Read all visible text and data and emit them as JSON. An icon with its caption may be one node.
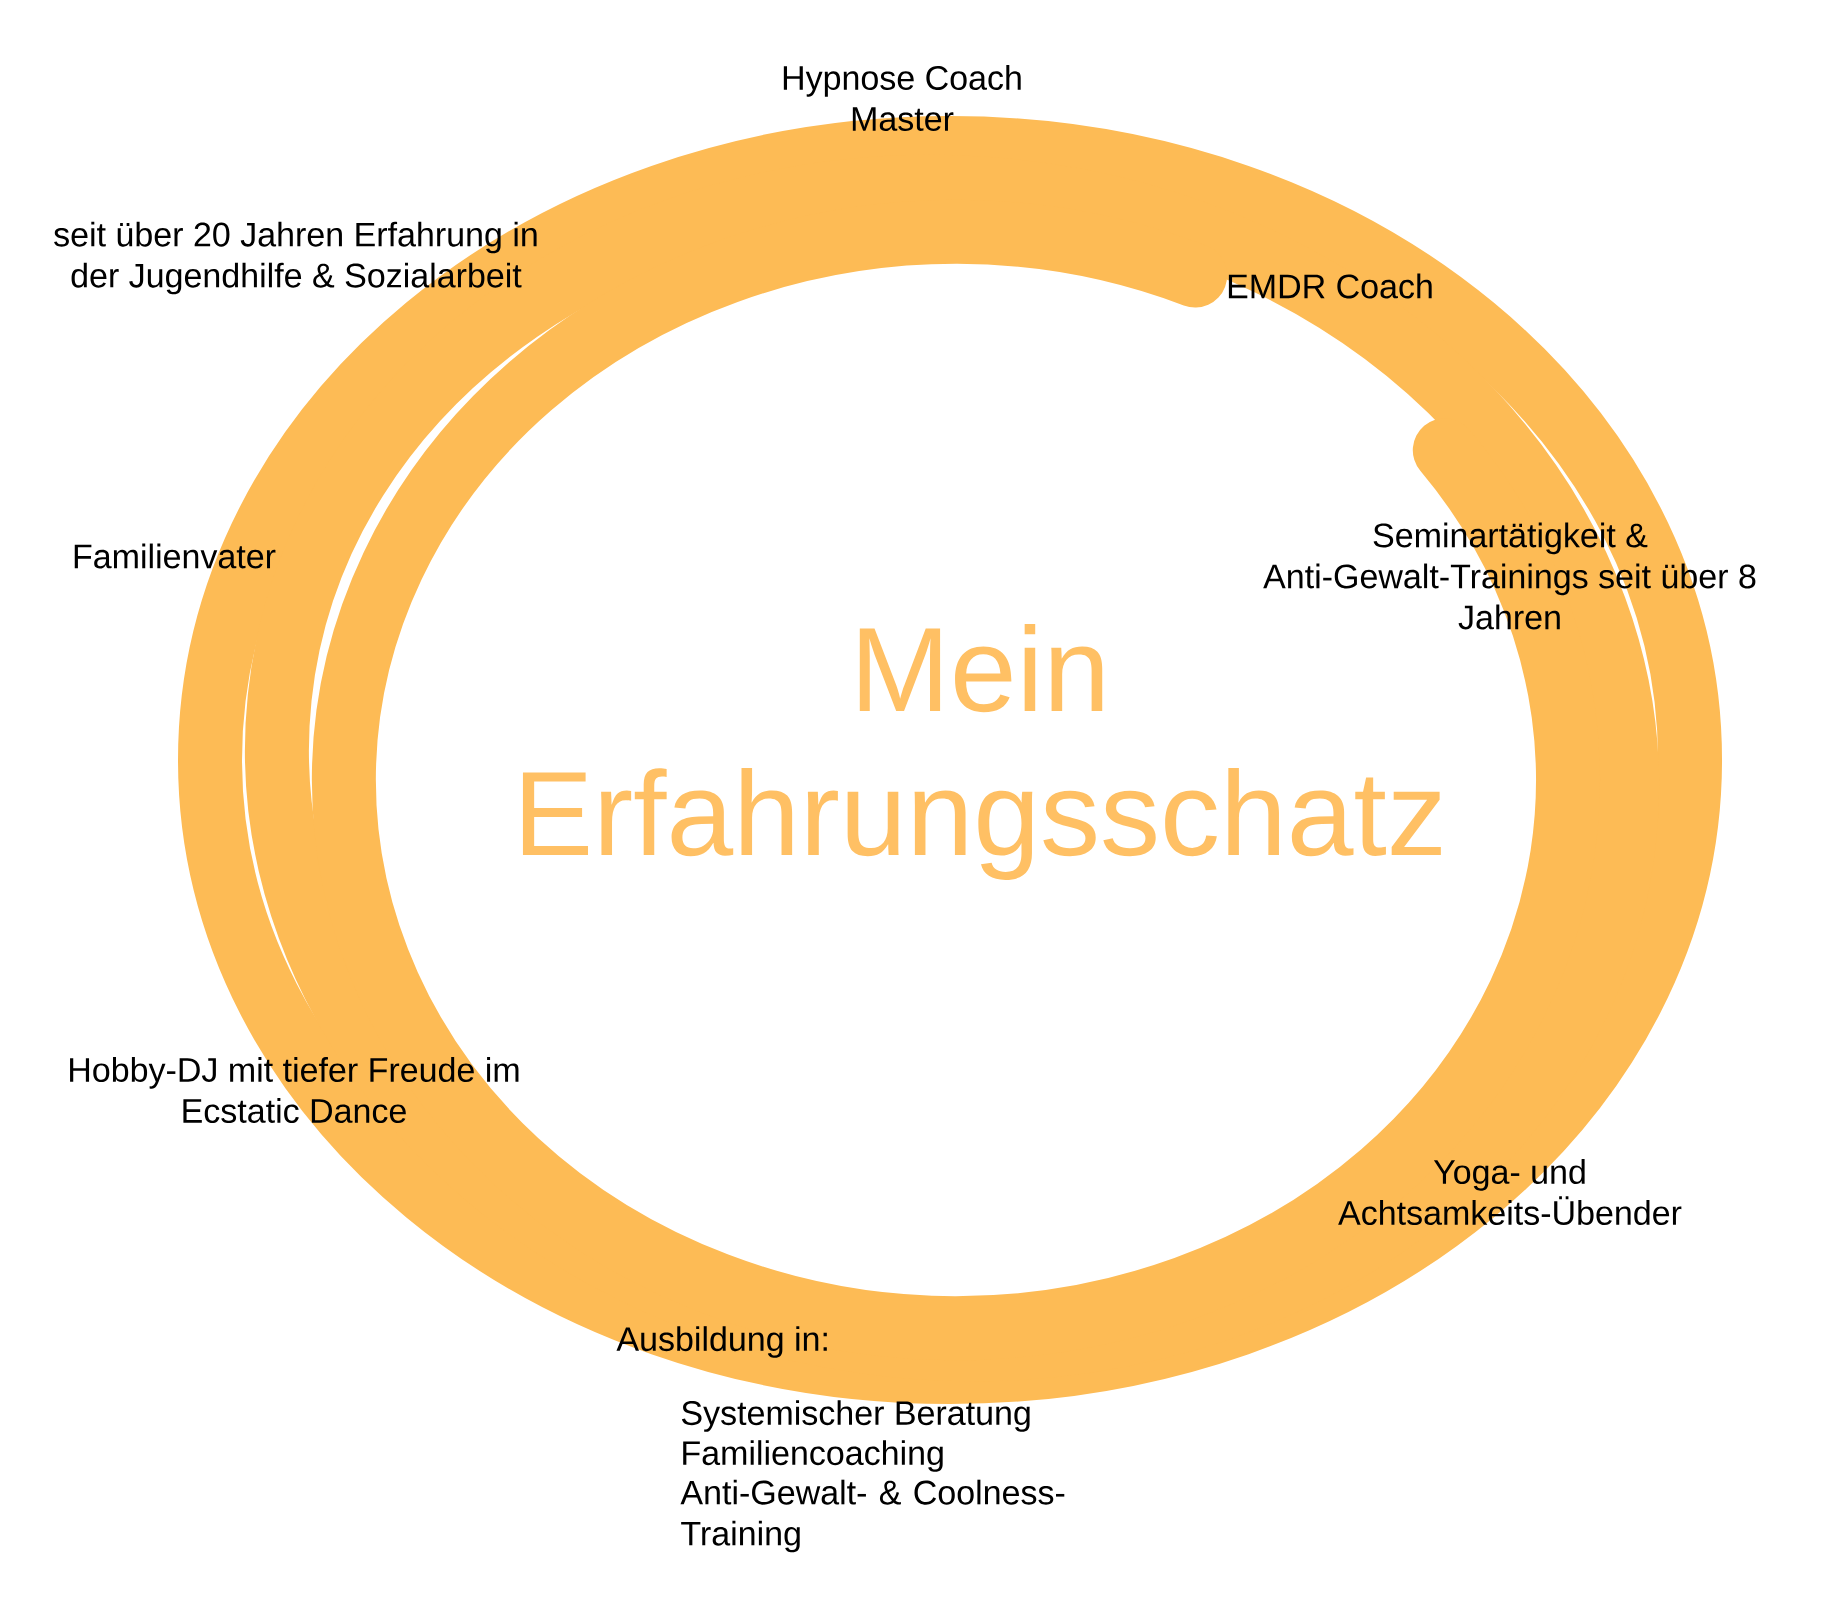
{
  "diagram": {
    "title": "Mein Erfahrungsschatz",
    "labels": [
      "Hypnose Coach Master",
      "seit über 20 Jahren Erfahrung in der Jugendhilfe & Sozialarbeit",
      "EMDR Coach",
      "Familienvater",
      "Seminartätigkeit & Anti-Gewalt-Trainings seit über 8 Jahren",
      "Hobby-DJ mit tiefer Freude im Ecstatic Dance",
      "Yoga- und Achtsamkeits-Übender",
      "Ausbildung in:",
      "Systemischer Beratung",
      "Familiencoaching",
      "Anti-Gewalt- & Coolness-Training"
    ]
  }
}
